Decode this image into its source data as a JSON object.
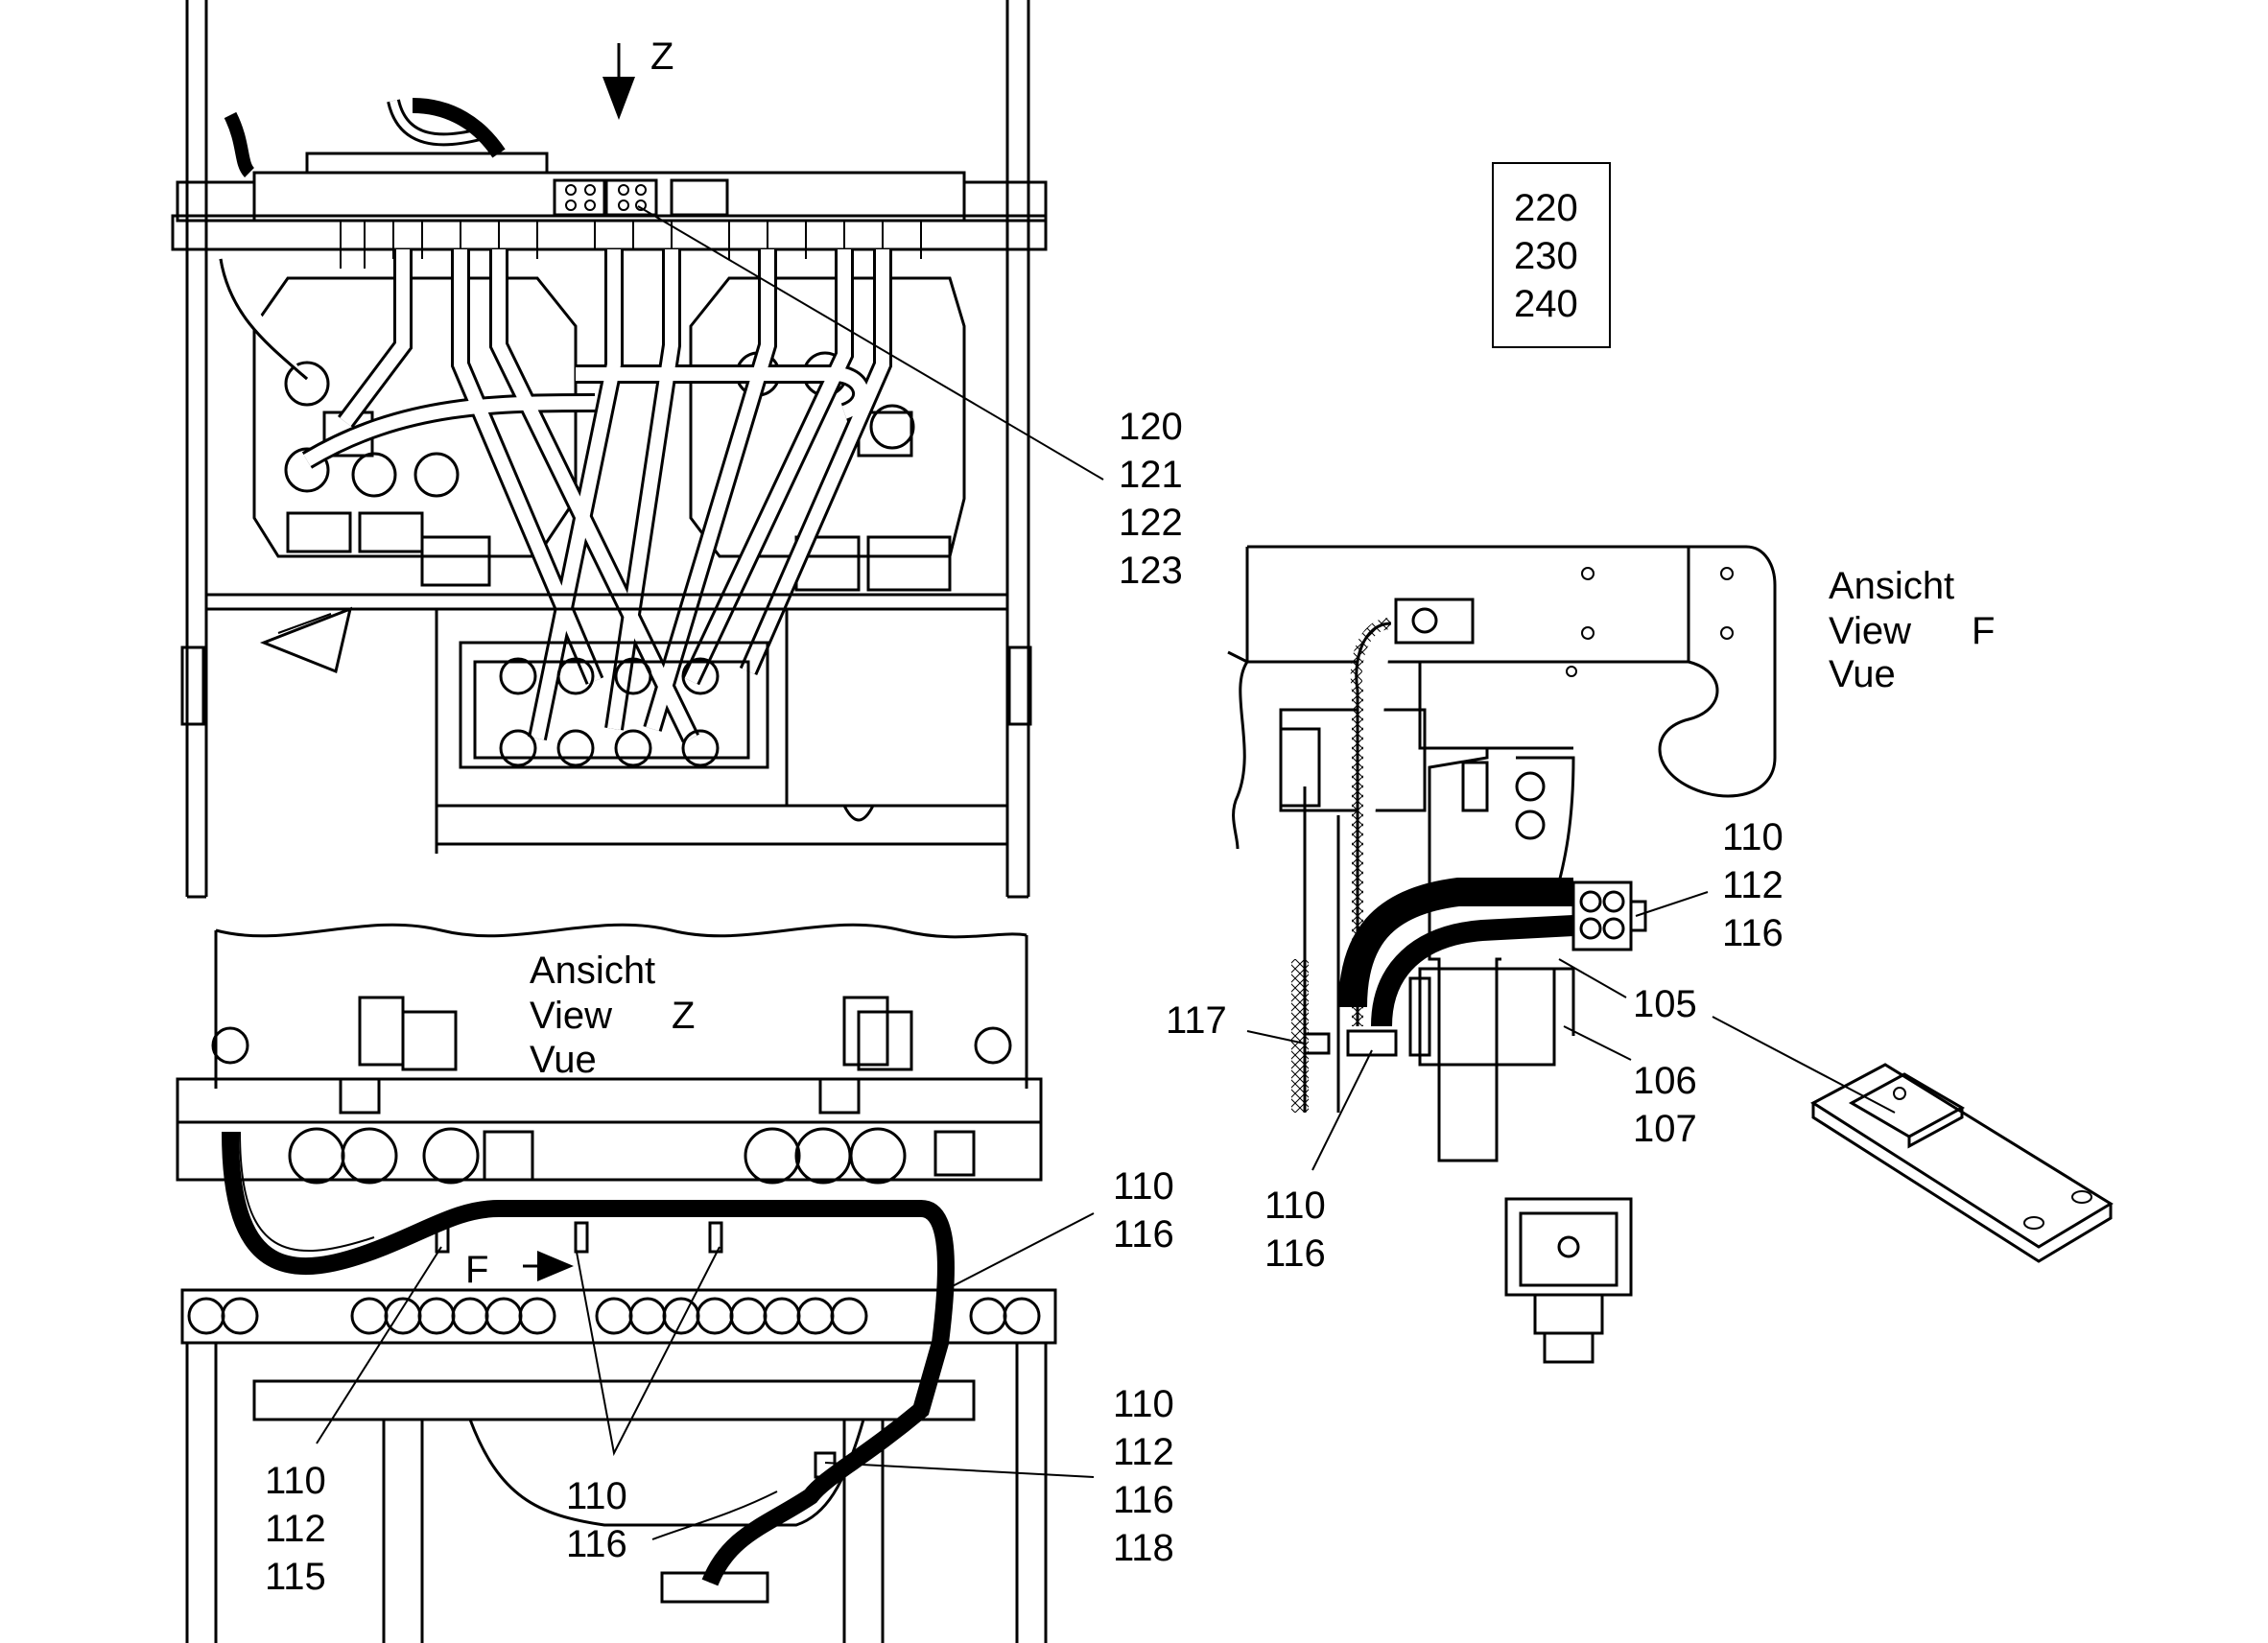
{
  "views": {
    "top": {
      "marker": "Z"
    },
    "bottom": {
      "caption": [
        "Ansicht",
        "View",
        "Vue"
      ],
      "caption_letter": "Z",
      "section_marker": "F"
    },
    "side": {
      "caption": [
        "Ansicht",
        "View",
        "Vue"
      ],
      "caption_letter": "F"
    }
  },
  "boxed_parts": [
    "220",
    "230",
    "240"
  ],
  "callouts": {
    "c120": [
      "120",
      "121",
      "122",
      "123"
    ],
    "c110_112_116_side": [
      "110",
      "112",
      "116"
    ],
    "c105": [
      "105"
    ],
    "c106_107": [
      "106",
      "107"
    ],
    "c117": [
      "117"
    ],
    "c110_116_side": [
      "110",
      "116"
    ],
    "c110_116_right": [
      "110",
      "116"
    ],
    "c110_112_116_118": [
      "110",
      "112",
      "116",
      "118"
    ],
    "c110_112_115": [
      "110",
      "112",
      "115"
    ],
    "c110_116_mid": [
      "110",
      "116"
    ]
  }
}
